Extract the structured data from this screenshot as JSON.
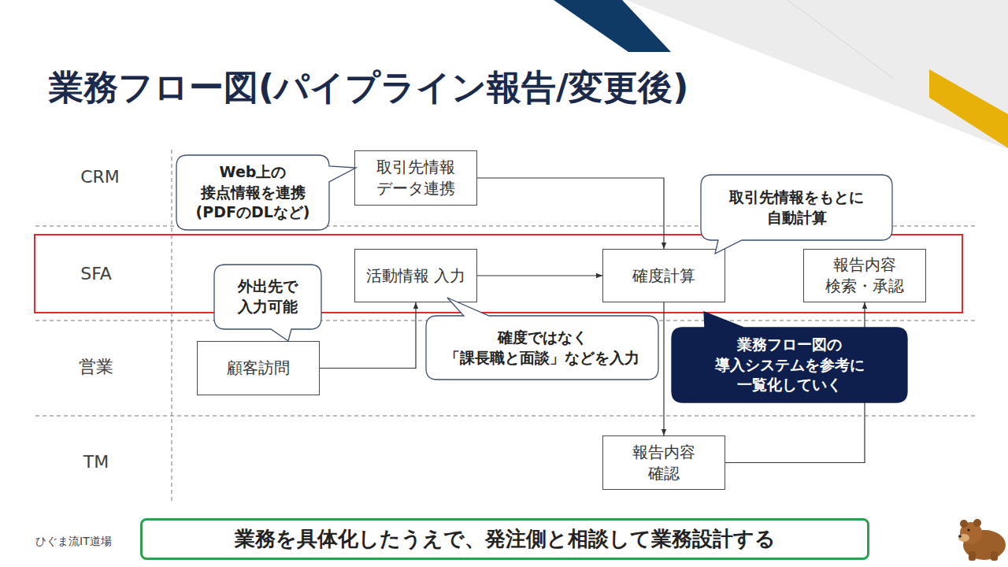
{
  "diagram": {
    "title": "業務フロー図(パイプライン報告/変更後)",
    "nodes": [
      {
        "text": [
          "Web上の 接点情報を連携 (PDFのDLなど)"
        ]
      },
      {
        "text": [
          "取引先情報 データ連携"
        ]
      },
      {
        "text": [
          "取引先情報をもとに 自動計算"
        ]
      },
      {
        "text": [
          "SFA"
        ]
      },
      {
        "text": [
          "外出先で 入力可能"
        ]
      },
      {
        "text": [
          "活動情報 入力"
        ],
        "in": 3
      },
      {
        "text": [
          "確度計算"
        ],
        "in": 3
      },
      {
        "text": [
          "報告内容 検索・承認"
        ],
        "in": 3
      },
      {
        "text": [
          "確度ではなく 「課長職と面談」などを入力"
        ]
      },
      {
        "text": [
          "業務フロー図の 導入システムを参考に 一覧化していく"
        ]
      },
      {
        "text": [
          "顧客訪問"
        ]
      },
      {
        "text": [
          "報告内容 確認"
        ]
      },
      {
        "text": [
          "業務を具体化したうえで、発注側と相談して業務設計する"
        ]
      }
    ],
    "edges": [
      {
        "from": 1,
        "to": 6,
        "arrow": "to"
      },
      {
        "from": 10,
        "to": 5,
        "arrow": "to"
      },
      {
        "from": 5,
        "to": 6,
        "arrow": "to"
      },
      {
        "from": 6,
        "to": 11,
        "arrow": "to"
      },
      {
        "from": 11,
        "to": 7,
        "arrow": "to"
      }
    ],
    "labels": [
      "CRM",
      "営業",
      "TM",
      "ひぐま流IT道場"
    ]
  }
}
